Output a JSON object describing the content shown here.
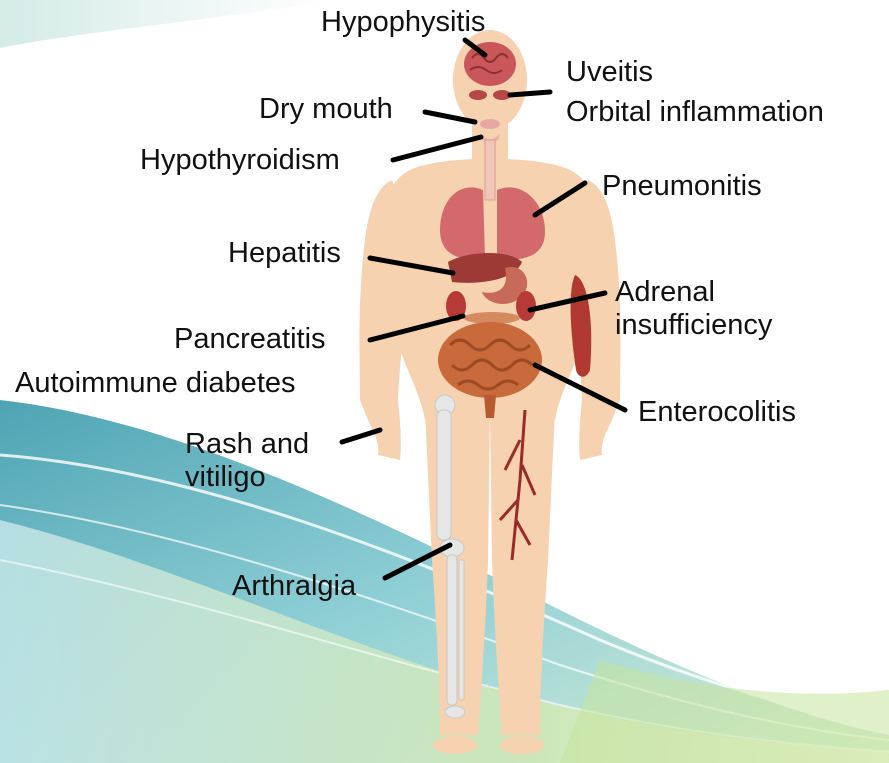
{
  "labels": {
    "hypophysitis": "Hypophysitis",
    "uveitis": "Uveitis",
    "orbital_inflammation": "Orbital inflammation",
    "dry_mouth": "Dry mouth",
    "hypothyroidism": "Hypothyroidism",
    "pneumonitis": "Pneumonitis",
    "hepatitis": "Hepatitis",
    "adrenal_insufficiency": "Adrenal\ninsufficiency",
    "pancreatitis": "Pancreatitis",
    "autoimmune_diabetes": "Autoimmune diabetes",
    "enterocolitis": "Enterocolitis",
    "rash_vitiligo": "Rash and\nvitiligo",
    "arthralgia": "Arthralgia"
  },
  "colors": {
    "skin": "#f6d2b0",
    "organ": "#c9575a",
    "organ_dark": "#9e3a35",
    "intestine": "#c86a3c",
    "bone": "#e6e6e6",
    "leader_line": "#000000",
    "wave_teal": "#5fb7c4",
    "wave_green": "#b7d88a"
  }
}
